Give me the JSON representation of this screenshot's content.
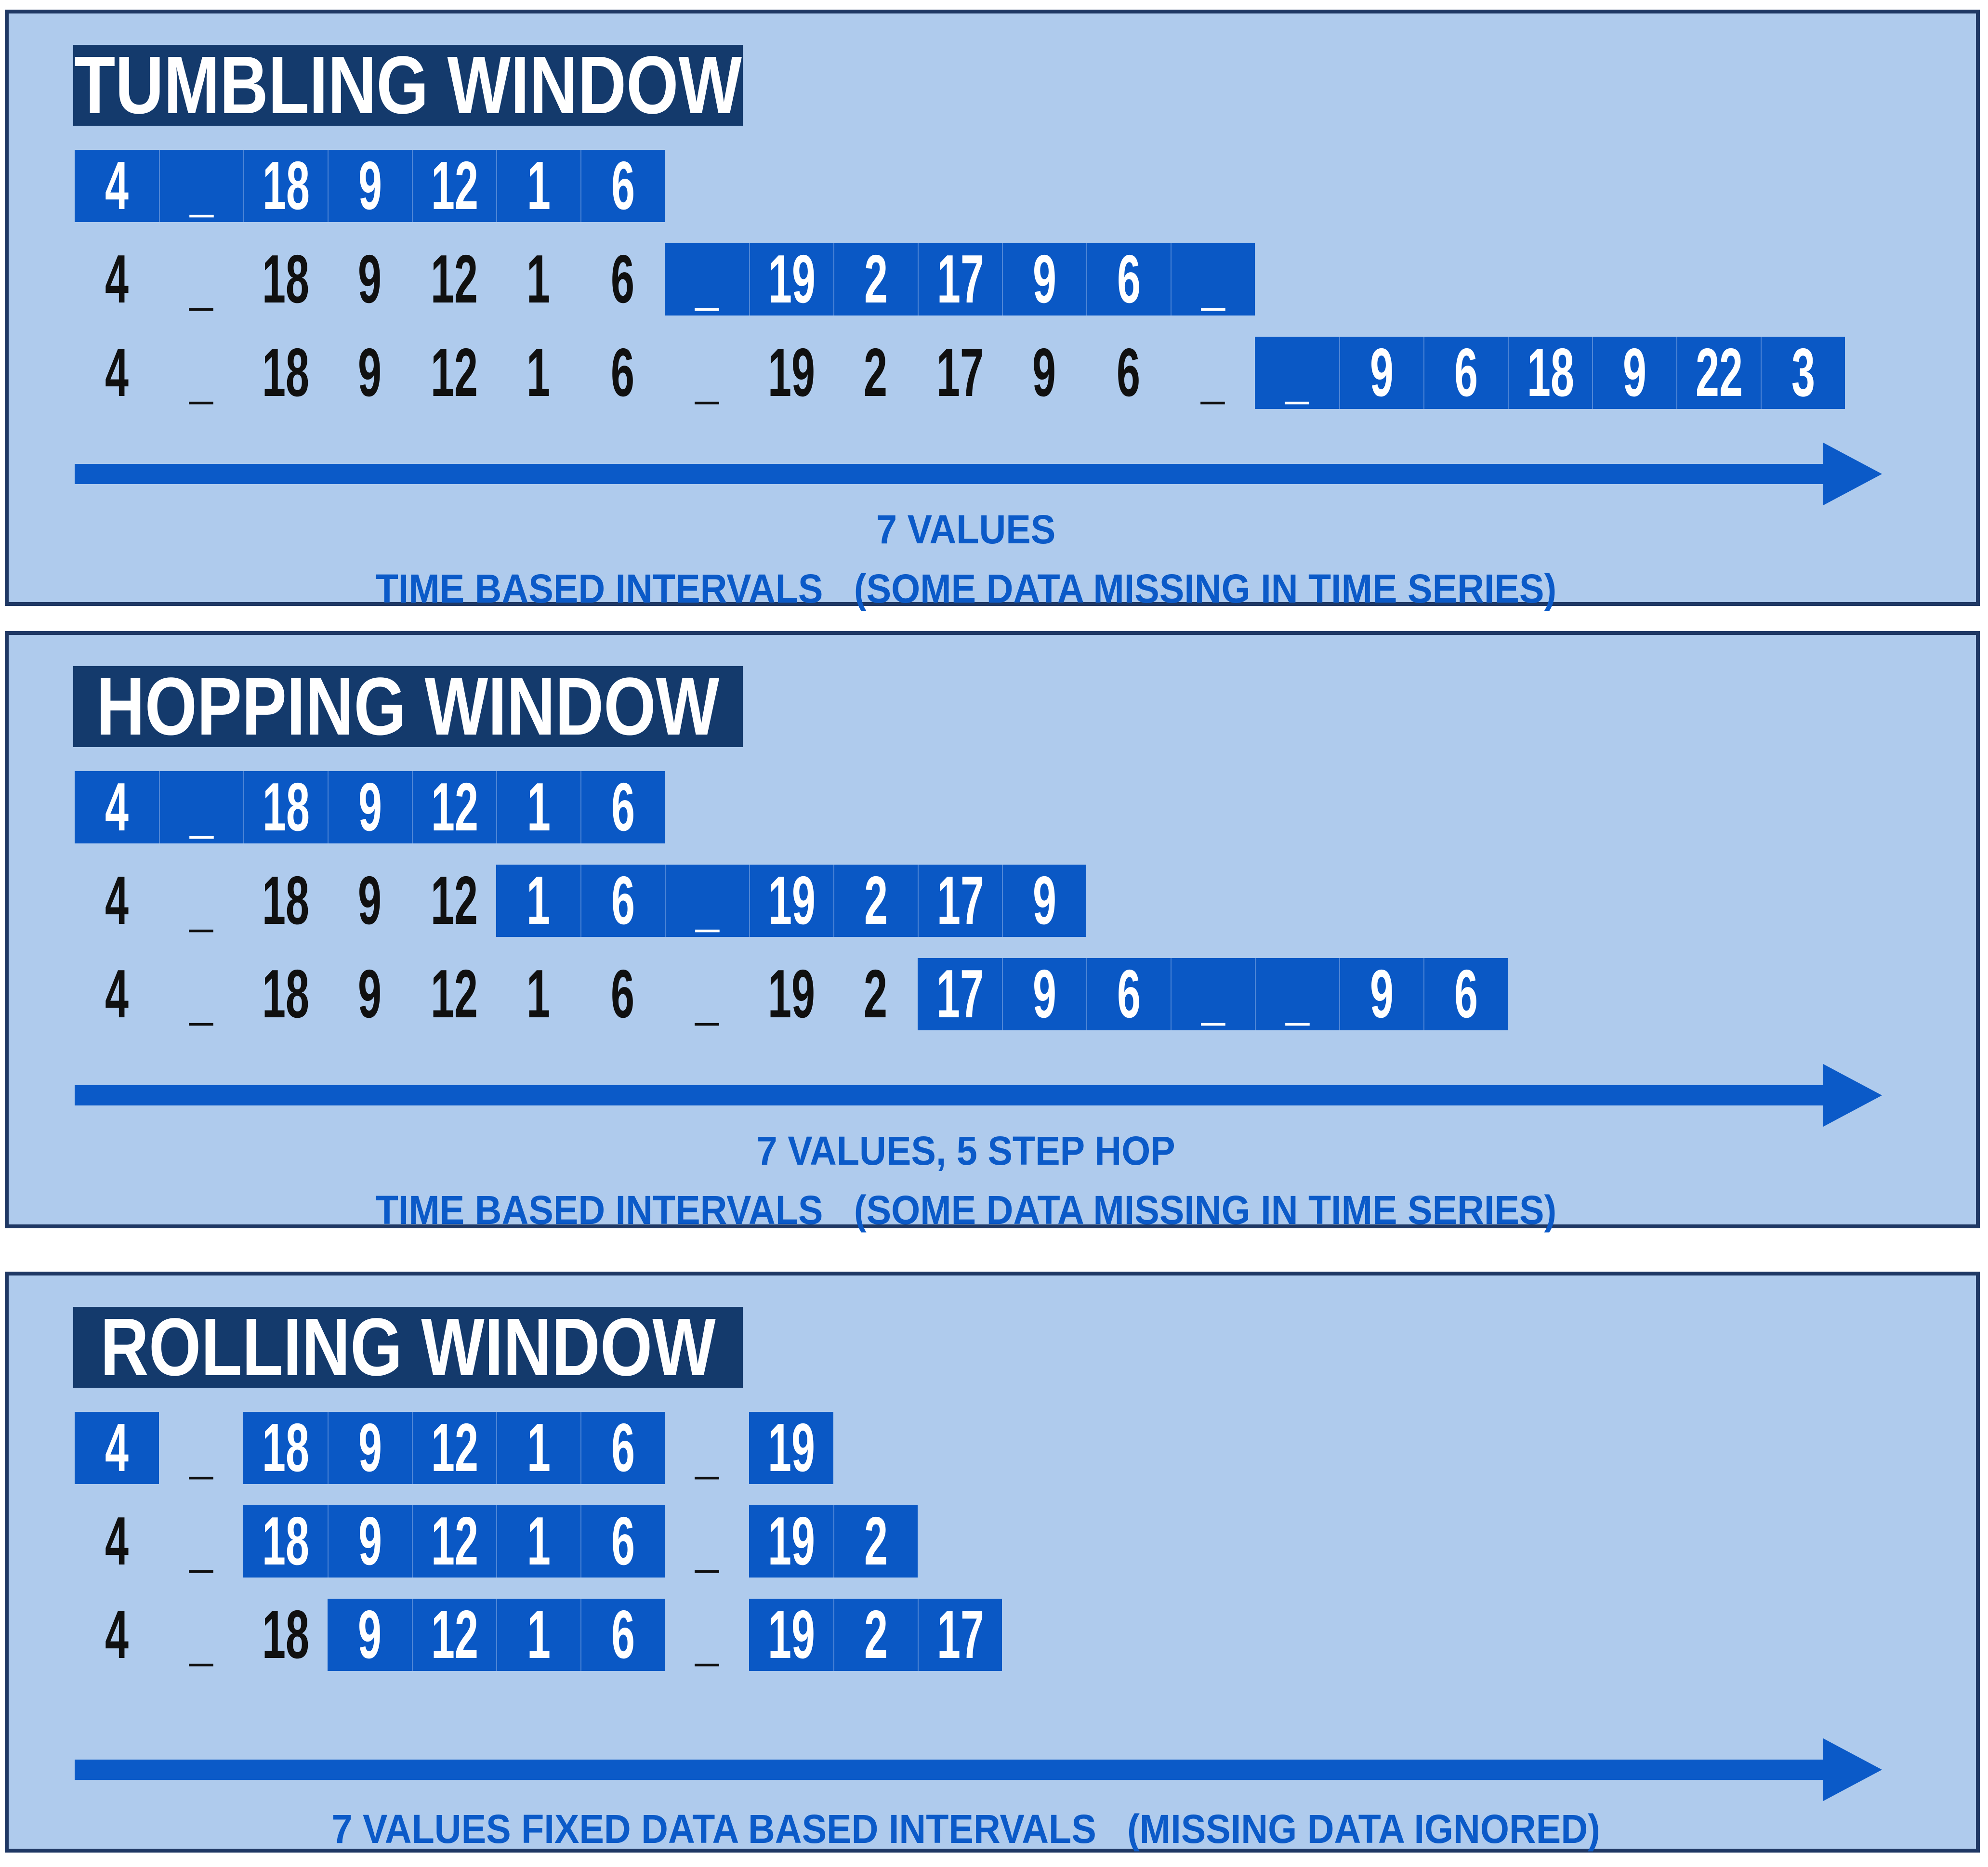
{
  "colors": {
    "page_background": "#FFFFFF",
    "panel_background": "#AFCBED",
    "panel_border": "#1F3864",
    "title_background": "#143A6C",
    "title_text": "#FFFFFF",
    "highlight_window": "#0A58C5",
    "window_cell_divider": "#4F86D6",
    "window_cell_text": "#FFFFFF",
    "plain_value_text": "#101010",
    "caption_and_arrow": "#0B5AC8"
  },
  "icons": {
    "arrow": "timeline-arrow-right-icon"
  },
  "panels": [
    {
      "id": "tumbling",
      "title": "TUMBLING WINDOW",
      "rows": [
        {
          "cells": [
            {
              "v": "4",
              "h": true
            },
            {
              "v": "_",
              "h": true
            },
            {
              "v": "18",
              "h": true
            },
            {
              "v": "9",
              "h": true
            },
            {
              "v": "12",
              "h": true
            },
            {
              "v": "1",
              "h": true
            },
            {
              "v": "6",
              "h": true
            }
          ]
        },
        {
          "cells": [
            {
              "v": "4",
              "h": false
            },
            {
              "v": "_",
              "h": false
            },
            {
              "v": "18",
              "h": false
            },
            {
              "v": "9",
              "h": false
            },
            {
              "v": "12",
              "h": false
            },
            {
              "v": "1",
              "h": false
            },
            {
              "v": "6",
              "h": false
            },
            {
              "v": "_",
              "h": true
            },
            {
              "v": "19",
              "h": true
            },
            {
              "v": "2",
              "h": true
            },
            {
              "v": "17",
              "h": true
            },
            {
              "v": "9",
              "h": true
            },
            {
              "v": "6",
              "h": true
            },
            {
              "v": "_",
              "h": true
            }
          ]
        },
        {
          "cells": [
            {
              "v": "4",
              "h": false
            },
            {
              "v": "_",
              "h": false
            },
            {
              "v": "18",
              "h": false
            },
            {
              "v": "9",
              "h": false
            },
            {
              "v": "12",
              "h": false
            },
            {
              "v": "1",
              "h": false
            },
            {
              "v": "6",
              "h": false
            },
            {
              "v": "_",
              "h": false
            },
            {
              "v": "19",
              "h": false
            },
            {
              "v": "2",
              "h": false
            },
            {
              "v": "17",
              "h": false
            },
            {
              "v": "9",
              "h": false
            },
            {
              "v": "6",
              "h": false
            },
            {
              "v": "_",
              "h": false
            },
            {
              "v": "_",
              "h": true
            },
            {
              "v": "9",
              "h": true
            },
            {
              "v": "6",
              "h": true
            },
            {
              "v": "18",
              "h": true
            },
            {
              "v": "9",
              "h": true
            },
            {
              "v": "22",
              "h": true
            },
            {
              "v": "3",
              "h": true
            }
          ]
        }
      ],
      "captions": [
        "7 VALUES",
        "TIME BASED INTERVALS   (SOME DATA MISSING IN TIME SERIES)"
      ]
    },
    {
      "id": "hopping",
      "title": "HOPPING WINDOW",
      "rows": [
        {
          "cells": [
            {
              "v": "4",
              "h": true
            },
            {
              "v": "_",
              "h": true
            },
            {
              "v": "18",
              "h": true
            },
            {
              "v": "9",
              "h": true
            },
            {
              "v": "12",
              "h": true
            },
            {
              "v": "1",
              "h": true
            },
            {
              "v": "6",
              "h": true
            }
          ]
        },
        {
          "cells": [
            {
              "v": "4",
              "h": false
            },
            {
              "v": "_",
              "h": false
            },
            {
              "v": "18",
              "h": false
            },
            {
              "v": "9",
              "h": false
            },
            {
              "v": "12",
              "h": false
            },
            {
              "v": "1",
              "h": true
            },
            {
              "v": "6",
              "h": true
            },
            {
              "v": "_",
              "h": true
            },
            {
              "v": "19",
              "h": true
            },
            {
              "v": "2",
              "h": true
            },
            {
              "v": "17",
              "h": true
            },
            {
              "v": "9",
              "h": true
            }
          ]
        },
        {
          "cells": [
            {
              "v": "4",
              "h": false
            },
            {
              "v": "_",
              "h": false
            },
            {
              "v": "18",
              "h": false
            },
            {
              "v": "9",
              "h": false
            },
            {
              "v": "12",
              "h": false
            },
            {
              "v": "1",
              "h": false
            },
            {
              "v": "6",
              "h": false
            },
            {
              "v": "_",
              "h": false
            },
            {
              "v": "19",
              "h": false
            },
            {
              "v": "2",
              "h": false
            },
            {
              "v": "17",
              "h": true
            },
            {
              "v": "9",
              "h": true
            },
            {
              "v": "6",
              "h": true
            },
            {
              "v": "_",
              "h": true
            },
            {
              "v": "_",
              "h": true
            },
            {
              "v": "9",
              "h": true
            },
            {
              "v": "6",
              "h": true
            }
          ]
        }
      ],
      "captions": [
        "7 VALUES, 5 STEP HOP",
        "TIME BASED INTERVALS   (SOME DATA MISSING IN TIME SERIES)"
      ]
    },
    {
      "id": "rolling",
      "title": "ROLLING WINDOW",
      "rows": [
        {
          "cells": [
            {
              "v": "4",
              "h": true
            },
            {
              "v": "_",
              "h": false
            },
            {
              "v": "18",
              "h": true
            },
            {
              "v": "9",
              "h": true
            },
            {
              "v": "12",
              "h": true
            },
            {
              "v": "1",
              "h": true
            },
            {
              "v": "6",
              "h": true
            },
            {
              "v": "_",
              "h": false
            },
            {
              "v": "19",
              "h": true
            }
          ]
        },
        {
          "cells": [
            {
              "v": "4",
              "h": false
            },
            {
              "v": "_",
              "h": false
            },
            {
              "v": "18",
              "h": true
            },
            {
              "v": "9",
              "h": true
            },
            {
              "v": "12",
              "h": true
            },
            {
              "v": "1",
              "h": true
            },
            {
              "v": "6",
              "h": true
            },
            {
              "v": "_",
              "h": false
            },
            {
              "v": "19",
              "h": true
            },
            {
              "v": "2",
              "h": true
            }
          ]
        },
        {
          "cells": [
            {
              "v": "4",
              "h": false
            },
            {
              "v": "_",
              "h": false
            },
            {
              "v": "18",
              "h": false
            },
            {
              "v": "9",
              "h": true
            },
            {
              "v": "12",
              "h": true
            },
            {
              "v": "1",
              "h": true
            },
            {
              "v": "6",
              "h": true
            },
            {
              "v": "_",
              "h": false
            },
            {
              "v": "19",
              "h": true
            },
            {
              "v": "2",
              "h": true
            },
            {
              "v": "17",
              "h": true
            }
          ]
        }
      ],
      "captions": [
        "7 VALUES FIXED DATA BASED INTERVALS   (MISSING DATA IGNORED)"
      ]
    }
  ]
}
